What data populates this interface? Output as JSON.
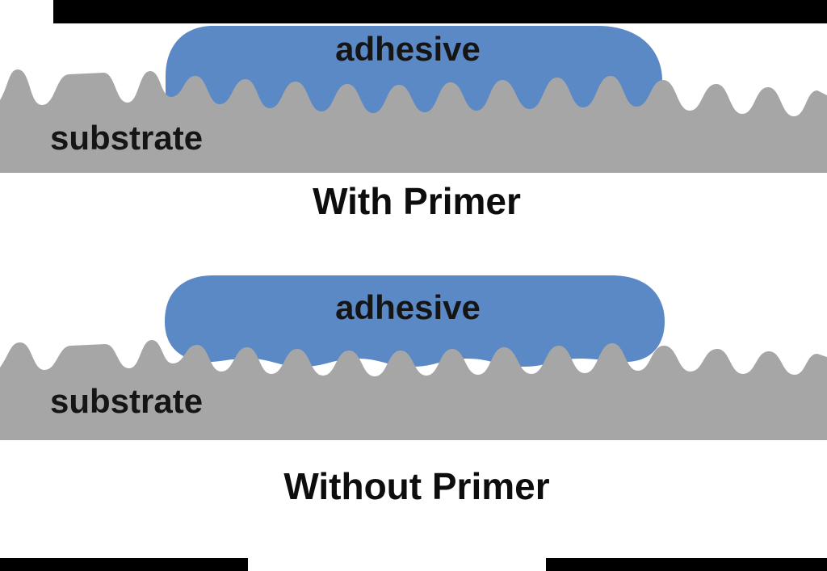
{
  "colors": {
    "adhesive": "#5b89c6",
    "substrate": "#a6a6a6",
    "crop_bar": "#000000",
    "label_text": "#151515",
    "background": "#ffffff"
  },
  "panels": [
    {
      "name": "with-primer",
      "adhesive_label": "adhesive",
      "substrate_label": "substrate",
      "caption": "With Primer"
    },
    {
      "name": "without-primer",
      "adhesive_label": "adhesive",
      "substrate_label": "substrate",
      "caption": "Without Primer"
    }
  ]
}
